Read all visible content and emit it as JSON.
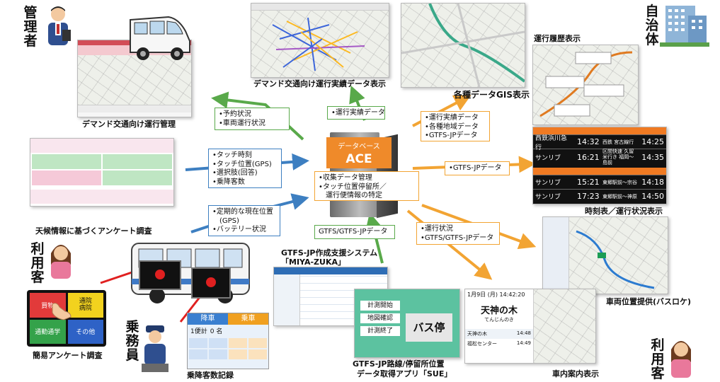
{
  "roles": {
    "manager": "管理者",
    "municipality": "自治体",
    "user_left": "利用客",
    "user_right": "利用客",
    "crew": "乗務員"
  },
  "captions": {
    "demand_mgmt": "デマンド交通向け運行管理",
    "demand_results": "デマンド交通向け運行実績データ表示",
    "gis": "各種データGIS表示",
    "history": "運行履歴表示",
    "timetable": "時刻表／運行状況表示",
    "bus_location": "車両位置提供(バスロケ)",
    "in_vehicle": "車内案内表示",
    "survey_weather": "天候情報に基づくアンケート調査",
    "simple_survey": "簡易アンケート調査",
    "boarding_count": "乗降客数記録",
    "miyazuka_line1": "GTFS-JP作成支援システム",
    "miyazuka_line2": "「MIYA-ZUKA」",
    "sue_line1": "GTFS-JP路線/停留所位置",
    "sue_line2": "データ取得アプリ「SUE」"
  },
  "server": {
    "title": "データベース",
    "name": "ACE",
    "functions": [
      "•収集データ管理",
      "•タッチ位置停留所／",
      "　運行便情報の特定"
    ]
  },
  "boxes": {
    "demand_status": [
      "•予約状況",
      "•車両運行状況"
    ],
    "touch": [
      "•タッチ時刻",
      "•タッチ位置(GPS)",
      "•選択肢(回答)",
      "•乗降客数"
    ],
    "periodic": [
      "•定期的な現在位置",
      "　(GPS)",
      "•バッテリー状況"
    ],
    "results_data": "•運行実績データ",
    "gis_data": [
      "•運行実績データ",
      "•各種地域データ",
      "•GTFS-JPデータ"
    ],
    "gtfs_data": "•GTFS-JPデータ",
    "status_gtfs": [
      "•運行状況",
      "•GTFS/GTFS-JPデータ"
    ],
    "gtfs_upload": "GTFS/GTFS-JPデータ"
  },
  "survey_panels": [
    "買物",
    "通院\n病院",
    "通勤通学",
    "その他"
  ],
  "counter": {
    "alight": "降車",
    "board": "乗車",
    "total_label": "1便計",
    "total_value": "0 名"
  },
  "sue_app": {
    "buttons": [
      "計測開始",
      "地図確認",
      "計測終了"
    ],
    "stop_label": "バス停"
  },
  "in_vehicle_display": {
    "date": "1月9日 (月) 14:42:20",
    "next_stop": "天神の木",
    "next_stop_kana": "てんじんのき",
    "rows": [
      [
        "天神の木",
        "14:48"
      ],
      [
        "福松センター",
        "14:49"
      ]
    ]
  },
  "timetable": {
    "rows_top": [
      [
        "西鉄浜川急行",
        "14:32",
        "西鉄 宮古線行",
        "14:25"
      ],
      [
        "サンリブ",
        "16:21",
        "区間快速 久留米行き 福岡〜島前",
        "14:35"
      ]
    ],
    "rows_bottom": [
      [
        "サンリブ",
        "15:21",
        "東郷駅前〜宗谷",
        "14:18"
      ],
      [
        "サンリブ",
        "17:23",
        "東郷駅前〜神原",
        "14:50"
      ]
    ]
  },
  "colors": {
    "green": "#59a94a",
    "blue": "#3d7fc1",
    "orange": "#f2a433",
    "red": "#e02020",
    "server_orange": "#ef8a2a"
  }
}
